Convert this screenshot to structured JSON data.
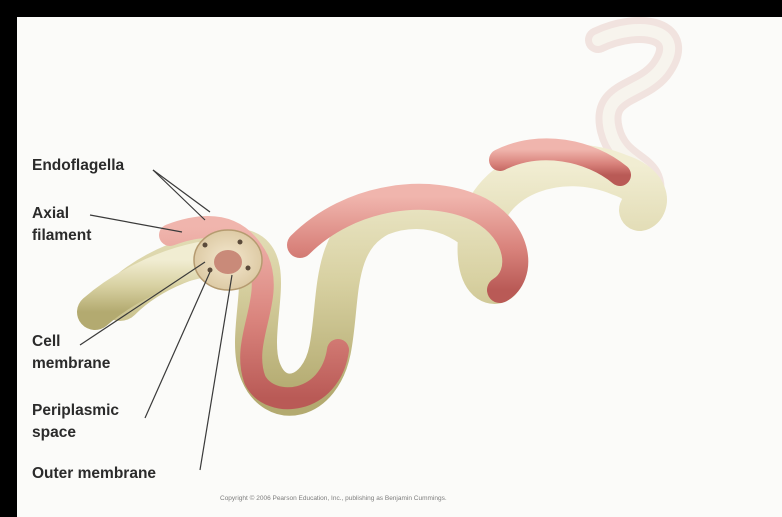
{
  "labels": {
    "endoflagella": "Endoflagella",
    "axial_1": "Axial",
    "axial_2": "filament",
    "cell_1": "Cell",
    "cell_2": "membrane",
    "peri_1": "Periplasmic",
    "peri_2": "space",
    "outer": "Outer membrane"
  },
  "copyright": "Copyright © 2006 Pearson Education, Inc., publishing as Benjamin Cummings.",
  "colors": {
    "background": "#000000",
    "canvas": "#fbfbf9",
    "cell_body": "#d9d3a6",
    "endoflagellum": "#d98a86",
    "cross_section": "#e8d7b8"
  }
}
